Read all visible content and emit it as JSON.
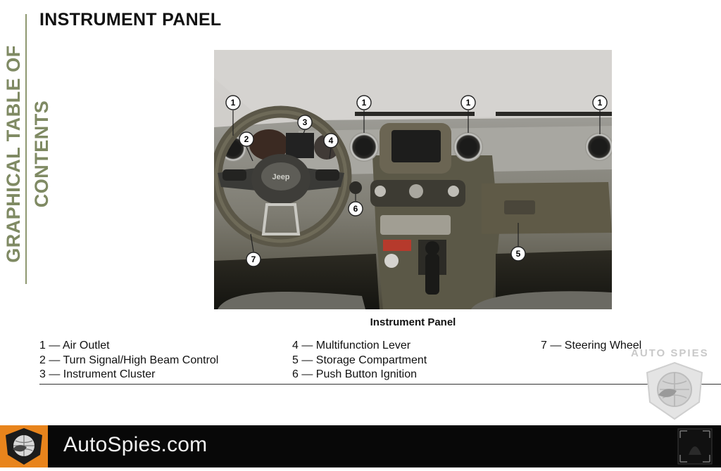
{
  "sidebar": {
    "section_title": "GRAPHICAL TABLE OF CONTENTS"
  },
  "page": {
    "title": "INSTRUMENT PANEL"
  },
  "figure": {
    "caption": "Instrument Panel",
    "callouts": [
      "1",
      "1",
      "1",
      "1",
      "2",
      "3",
      "4",
      "5",
      "6",
      "7"
    ],
    "emblem_text": "Jeep"
  },
  "legend": {
    "col1": [
      "1 — Air Outlet",
      "2 — Turn Signal/High Beam Control",
      "3 — Instrument Cluster"
    ],
    "col2": [
      "4 — Multifunction Lever",
      "5 — Storage Compartment",
      "6 — Push Button Ignition"
    ],
    "col3": [
      "7 — Steering Wheel"
    ]
  },
  "watermark": {
    "text": "AUTO SPIES"
  },
  "footer": {
    "brand": "AutoSpies.com"
  },
  "colors": {
    "side_title": "#7f8a63",
    "footer_bg": "#080808",
    "footer_logo": "#e8841c"
  },
  "icons": {
    "footer_left": "helmet-logo-icon",
    "footer_right": "screen-corner-icon",
    "watermark": "helmet-globe-icon"
  }
}
